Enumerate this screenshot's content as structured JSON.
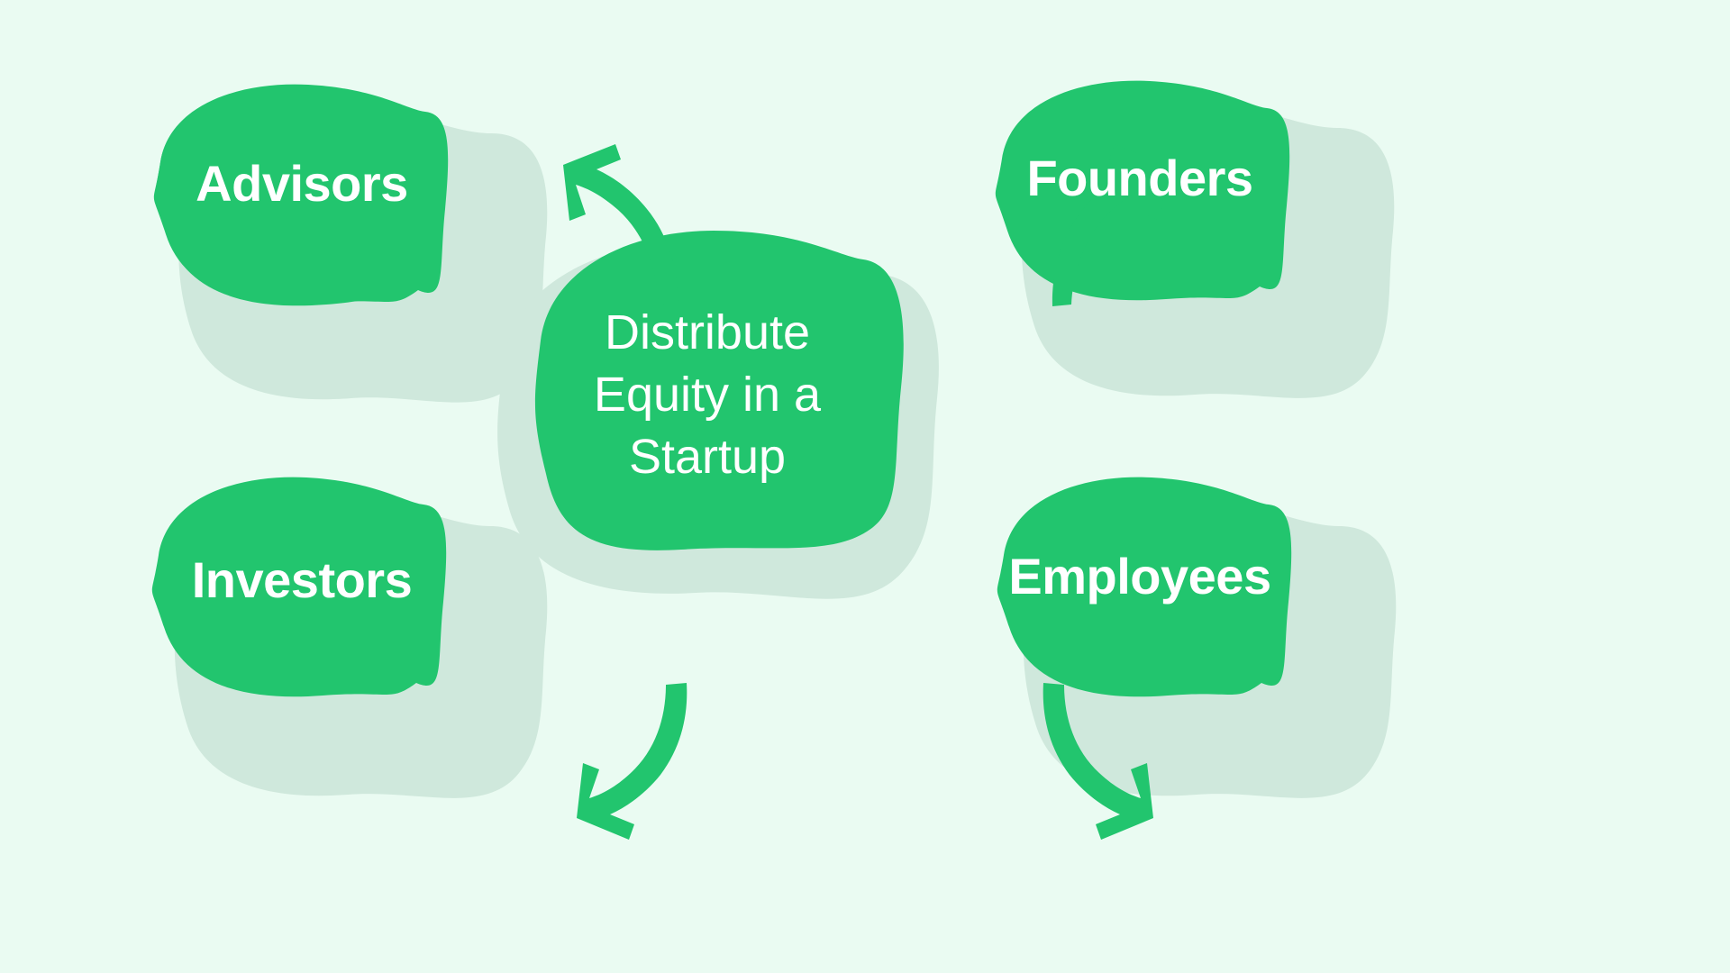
{
  "diagram": {
    "title": "Distribute Equity in a Startup",
    "type": "hub-and-spoke mind map",
    "background_color": "#eafbf2",
    "node_fill_color": "#22c56e",
    "node_shadow_color": "#cfe8dc",
    "arrow_color": "#22c56e",
    "label_color": "#ffffff",
    "center": {
      "id": "center",
      "label": "Distribute\nEquity in a\nStartup",
      "lines": [
        "Distribute",
        "Equity in a",
        "Startup"
      ],
      "shape": "blob",
      "font_weight": "regular"
    },
    "nodes": [
      {
        "id": "advisors",
        "label": "Advisors",
        "position": "top-left",
        "shape": "blob",
        "font_weight": "bold"
      },
      {
        "id": "founders",
        "label": "Founders",
        "position": "top-right",
        "shape": "blob",
        "font_weight": "bold"
      },
      {
        "id": "investors",
        "label": "Investors",
        "position": "bottom-left",
        "shape": "blob",
        "font_weight": "bold"
      },
      {
        "id": "employees",
        "label": "Employees",
        "position": "bottom-right",
        "shape": "blob",
        "font_weight": "bold"
      }
    ],
    "connectors": [
      {
        "id": "center-to-advisors",
        "from": "center",
        "to": "advisors",
        "style": "curved-arrow",
        "direction": "up-left",
        "icon": "curved-arrow-icon"
      },
      {
        "id": "center-to-founders",
        "from": "center",
        "to": "founders",
        "style": "curved-arrow",
        "direction": "up-right",
        "icon": "curved-arrow-icon"
      },
      {
        "id": "center-to-investors",
        "from": "center",
        "to": "investors",
        "style": "curved-arrow",
        "direction": "down-left",
        "icon": "curved-arrow-icon"
      },
      {
        "id": "center-to-employees",
        "from": "center",
        "to": "employees",
        "style": "curved-arrow",
        "direction": "down-right",
        "icon": "curved-arrow-icon"
      }
    ]
  }
}
